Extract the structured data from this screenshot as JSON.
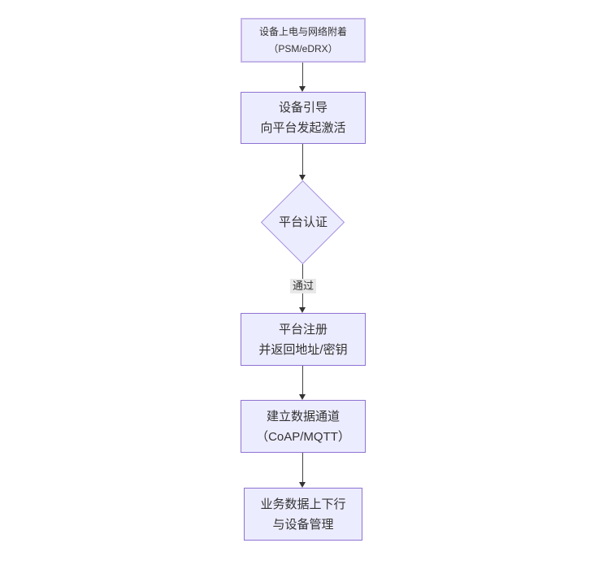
{
  "diagram": {
    "type": "flowchart",
    "direction": "top-down",
    "nodes": [
      {
        "id": "A",
        "shape": "rect",
        "lines": [
          "设备上电与网络附着",
          "（PSM/eDRX）"
        ]
      },
      {
        "id": "B",
        "shape": "rect",
        "lines": [
          "设备引导",
          "向平台发起激活"
        ]
      },
      {
        "id": "C",
        "shape": "diamond",
        "lines": [
          "平台认证"
        ]
      },
      {
        "id": "D",
        "shape": "rect",
        "lines": [
          "平台注册",
          "并返回地址/密钥"
        ]
      },
      {
        "id": "E",
        "shape": "rect",
        "lines": [
          "建立数据通道",
          "（CoAP/MQTT）"
        ]
      },
      {
        "id": "F",
        "shape": "rect",
        "lines": [
          "业务数据上下行",
          "与设备管理"
        ]
      }
    ],
    "edges": [
      {
        "from": "A",
        "to": "B",
        "label": ""
      },
      {
        "from": "B",
        "to": "C",
        "label": ""
      },
      {
        "from": "C",
        "to": "D",
        "label": "通过"
      },
      {
        "from": "D",
        "to": "E",
        "label": ""
      },
      {
        "from": "E",
        "to": "F",
        "label": ""
      }
    ],
    "colors": {
      "background": "#FFFFFF",
      "node_fill": "#ECECFF",
      "node_border": "#8F72D3",
      "start_node_border": "#C4B5E8",
      "diamond_border": "#A58FDE",
      "text": "#333333",
      "edge_line": "#444444",
      "arrowhead": "#333333",
      "edge_label_bg": "#E8E8E8"
    }
  }
}
